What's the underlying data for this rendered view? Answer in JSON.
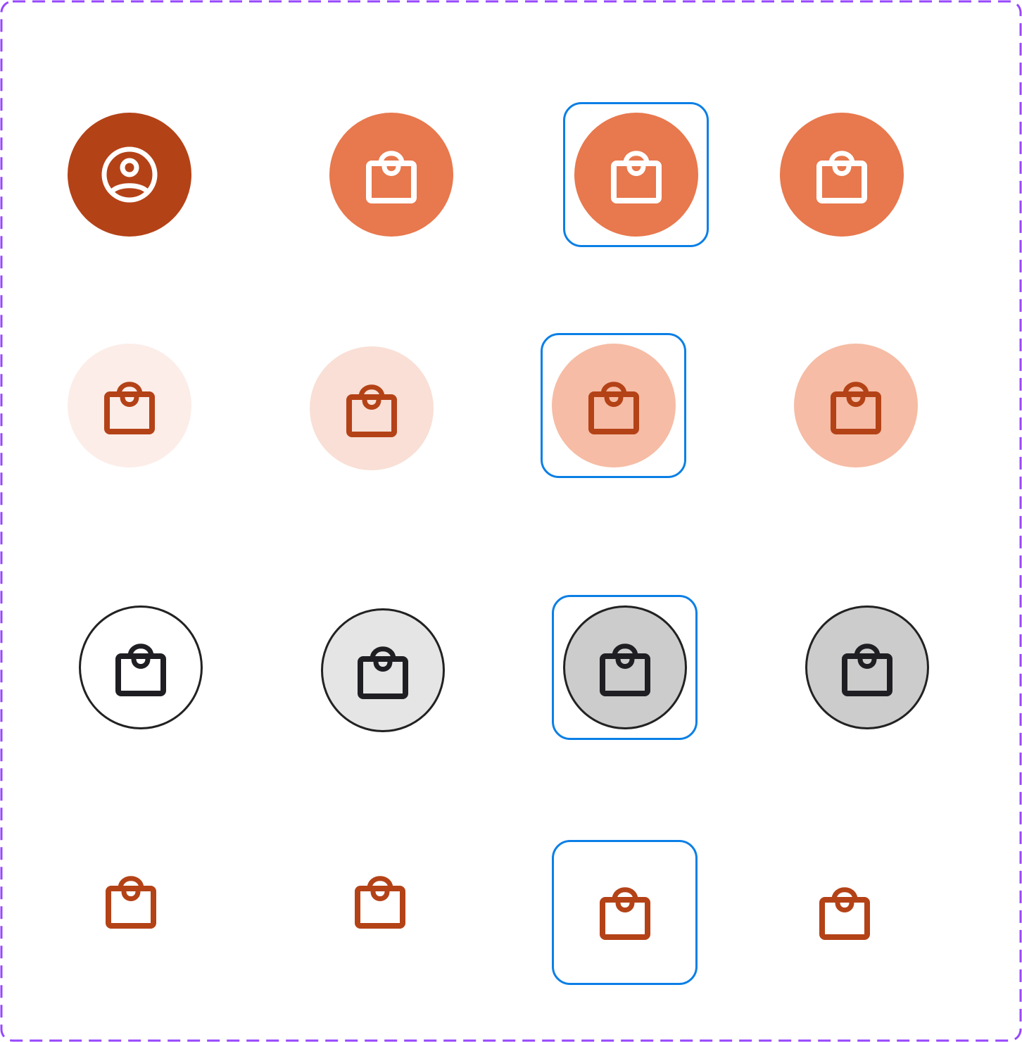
{
  "colors": {
    "border_dashed": "#9747ff",
    "focus_ring": "#0b7fe6",
    "primary_dark": "#b44217",
    "primary": "#e8784d",
    "primary_icon": "#ffffff",
    "soft_default": "#fcede8",
    "soft_hover": "#f9dfd5",
    "soft_active": "#f6bca5",
    "soft_icon": "#b44217",
    "outline_default": "#ffffff",
    "outline_hover": "#e5e5e5",
    "outline_active": "#cccccc",
    "outline_icon": "#1f1f23",
    "ghost_icon": "#b44217"
  },
  "grid": {
    "rows": [
      {
        "variant": "solid",
        "buttons": [
          {
            "icon": "user-circle-icon",
            "state": "default",
            "bg": "#b44217"
          },
          {
            "icon": "shopping-bag-icon",
            "state": "hover",
            "bg": "#e8784d"
          },
          {
            "icon": "shopping-bag-icon",
            "state": "focus",
            "bg": "#e8784d"
          },
          {
            "icon": "shopping-bag-icon",
            "state": "active",
            "bg": "#e8784d"
          }
        ]
      },
      {
        "variant": "soft",
        "buttons": [
          {
            "icon": "shopping-bag-icon",
            "state": "default",
            "bg": "#fcede8"
          },
          {
            "icon": "shopping-bag-icon",
            "state": "hover",
            "bg": "#f9dfd5"
          },
          {
            "icon": "shopping-bag-icon",
            "state": "focus",
            "bg": "#f6bca5"
          },
          {
            "icon": "shopping-bag-icon",
            "state": "active",
            "bg": "#f6bca5"
          }
        ]
      },
      {
        "variant": "outline",
        "buttons": [
          {
            "icon": "shopping-bag-icon",
            "state": "default",
            "bg": "#ffffff"
          },
          {
            "icon": "shopping-bag-icon",
            "state": "hover",
            "bg": "#e5e5e5"
          },
          {
            "icon": "shopping-bag-icon",
            "state": "focus",
            "bg": "#cccccc"
          },
          {
            "icon": "shopping-bag-icon",
            "state": "active",
            "bg": "#cccccc"
          }
        ]
      },
      {
        "variant": "ghost",
        "buttons": [
          {
            "icon": "shopping-bag-icon",
            "state": "default"
          },
          {
            "icon": "shopping-bag-icon",
            "state": "hover"
          },
          {
            "icon": "shopping-bag-icon",
            "state": "focus"
          },
          {
            "icon": "shopping-bag-icon",
            "state": "active"
          }
        ]
      }
    ]
  }
}
